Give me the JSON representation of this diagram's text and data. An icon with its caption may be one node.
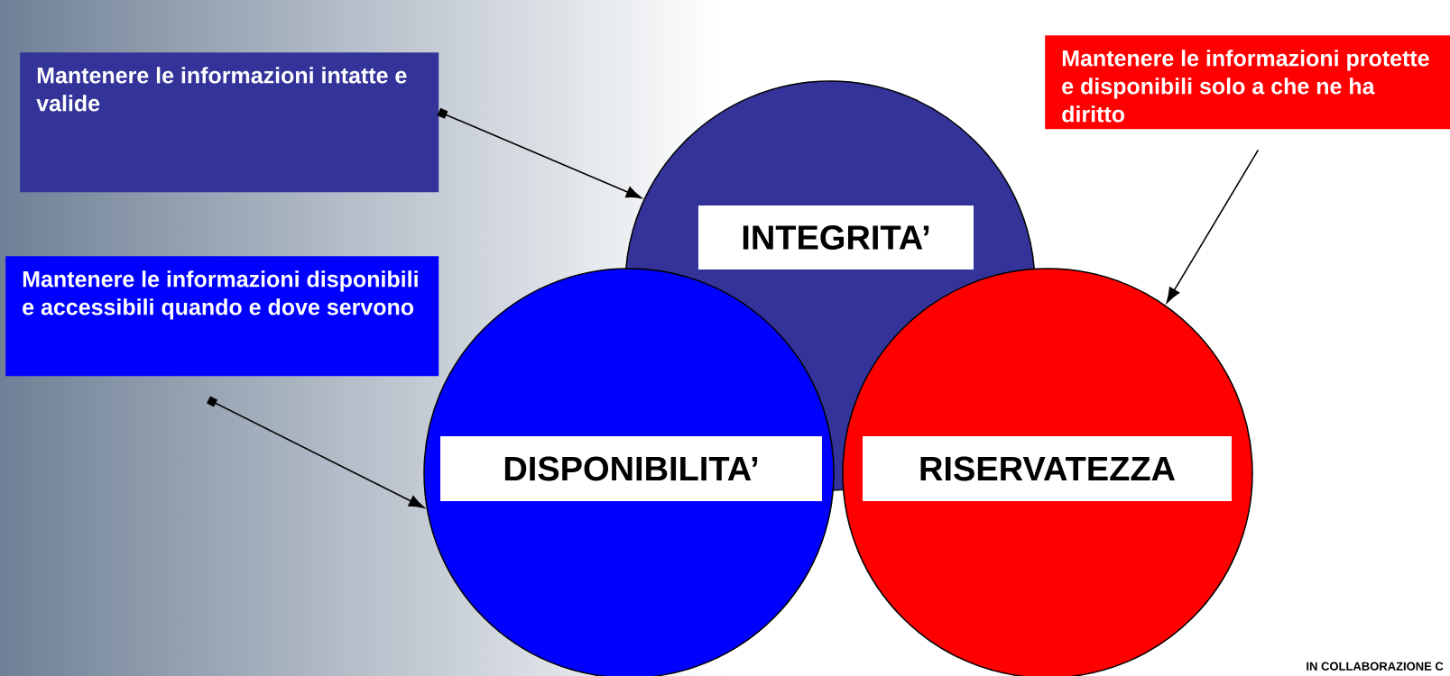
{
  "diagram": {
    "nodes": [
      {
        "text": [
          "Mantenere le informazioni intatte e valide"
        ]
      },
      {
        "text": [
          "Mantenere le informazioni disponibili e accessibili quando e dove servono"
        ]
      },
      {
        "text": [
          "Mantenere le informazioni protette e disponibili solo a che ne ha diritto"
        ]
      },
      {
        "text": [
          "INTEGRITA’"
        ]
      },
      {
        "text": [
          "DISPONIBILITA’"
        ]
      },
      {
        "text": [
          "RISERVATEZZA"
        ]
      }
    ],
    "edges": [
      {
        "from": 0,
        "to": 3,
        "arrow": "to"
      },
      {
        "from": 1,
        "to": 4,
        "arrow": "to"
      },
      {
        "from": 2,
        "to": 5,
        "arrow": "to"
      }
    ],
    "labels": [
      "IN COLLABORAZIONE C"
    ]
  }
}
